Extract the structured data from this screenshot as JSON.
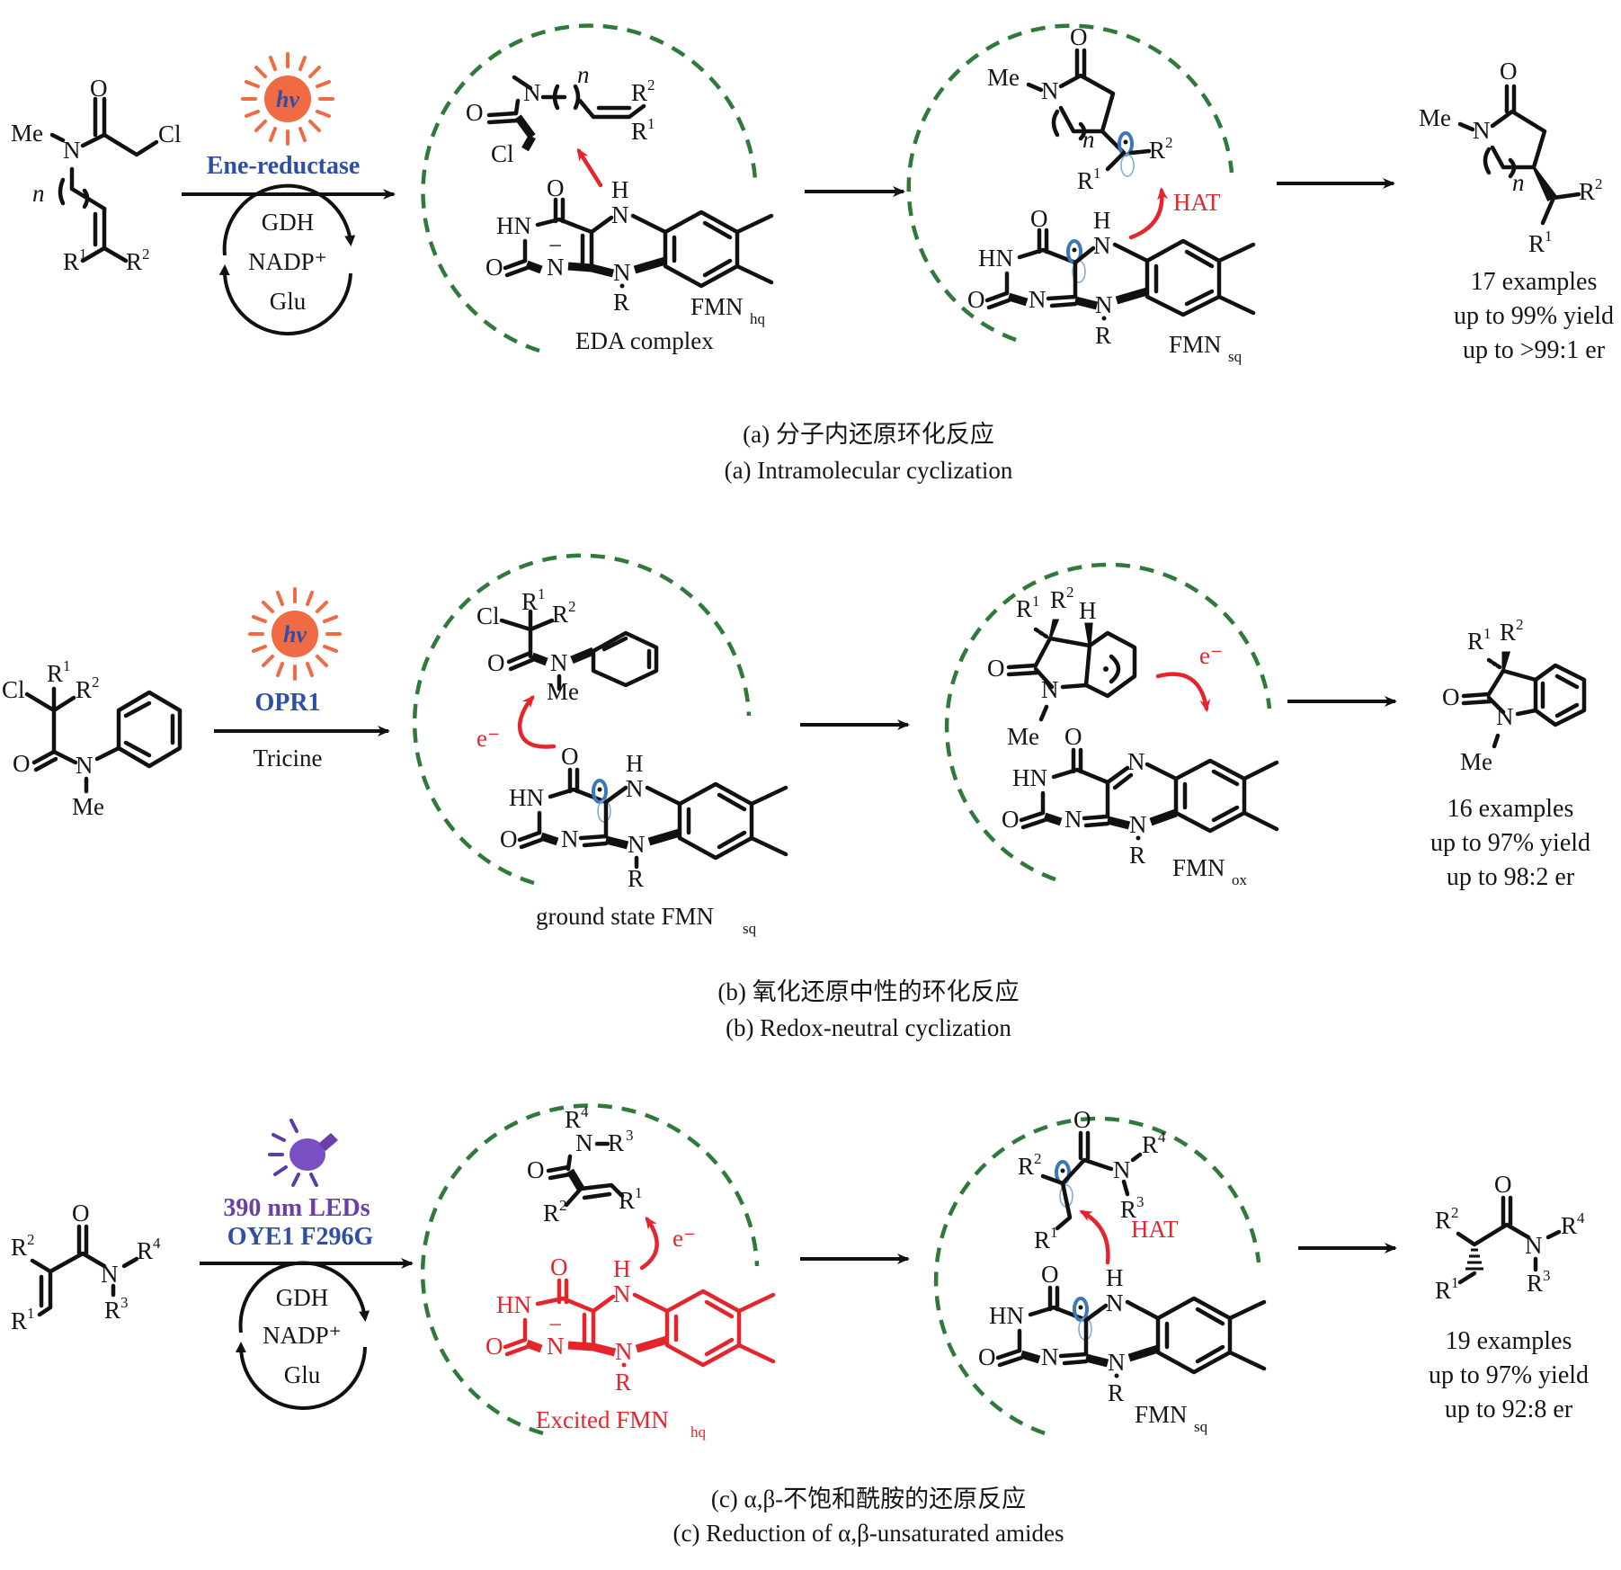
{
  "panels": [
    {
      "id": "a",
      "caption_cn": "(a) 分子内还原环化反应",
      "caption_en": "(a) Intramolecular cyclization",
      "light": {
        "icon": "sun-icon",
        "label": "hv"
      },
      "reagent_top": "Ene-reductase",
      "cofactor_cycle": [
        "GDH",
        "NADP⁺",
        "Glu"
      ],
      "intermediate1": {
        "label": "EDA complex",
        "flavin": "FMN",
        "flavin_sub": "hq"
      },
      "intermediate2": {
        "flavin": "FMN",
        "flavin_sub": "sq",
        "process": "HAT"
      },
      "stats": [
        "17 examples",
        "up to 99% yield",
        "up to >99:1 er"
      ]
    },
    {
      "id": "b",
      "caption_cn": "(b) 氧化还原中性的环化反应",
      "caption_en": "(b) Redox-neutral cyclization",
      "light": {
        "icon": "sun-icon",
        "label": "hv"
      },
      "reagent_top": "OPR1",
      "reagent_bottom": "Tricine",
      "intermediate1": {
        "label": "ground state FMN",
        "flavin_sub": "sq",
        "process": "e⁻"
      },
      "intermediate2": {
        "flavin": "FMN",
        "flavin_sub": "ox",
        "process": "e⁻"
      },
      "stats": [
        "16 examples",
        "up to 97% yield",
        "up to 98:2 er"
      ]
    },
    {
      "id": "c",
      "caption_cn": "(c) α,β-不饱和酰胺的还原反应",
      "caption_en": "(c) Reduction of α,β-unsaturated amides",
      "light": {
        "icon": "light-bulb-icon"
      },
      "reagent_top": "390 nm LEDs",
      "reagent_top2": "OYE1 F296G",
      "cofactor_cycle": [
        "GDH",
        "NADP⁺",
        "Glu"
      ],
      "intermediate1": {
        "label": "Excited FMN",
        "flavin_sub": "hq",
        "process": "e⁻"
      },
      "intermediate2": {
        "flavin": "FMN",
        "flavin_sub": "sq",
        "process": "HAT"
      },
      "stats": [
        "19 examples",
        "up to 97% yield",
        "up to 92:8 er"
      ]
    }
  ],
  "atoms": {
    "O": "O",
    "N": "N",
    "HN": "HN",
    "H": "H",
    "R": "R",
    "Me": "Me",
    "Cl": "Cl",
    "R1": "R",
    "R2": "R",
    "R3": "R",
    "R4": "R",
    "n": "n",
    "sup1": "1",
    "sup2": "2",
    "sup3": "3",
    "sup4": "4",
    "minus": "−"
  },
  "colors": {
    "bond": "#111111",
    "enzyme_pocket": "#2f7a3a",
    "electron_arrow": "#e4262c",
    "orbital": "#3a78b8",
    "sun": "#f06a43",
    "reagent_blue": "#2e4fa3",
    "bulb": "#7b4fc4"
  }
}
